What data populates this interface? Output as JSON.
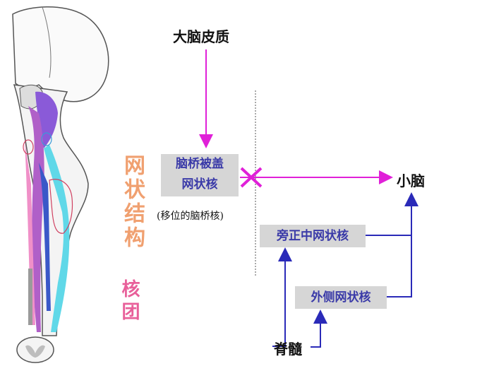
{
  "labels": {
    "cortex": "大脑皮质",
    "pontine_box_line1": "脑桥被盖",
    "pontine_box_line2": "网状核",
    "pontine_note": "(移位的脑桥核)",
    "cerebellum": "小脑",
    "paramedian": "旁正中网状核",
    "lateral": "外侧网状核",
    "spinal_cord": "脊髓",
    "reticular_formation": "网状结构",
    "nucleus_group": "核团"
  },
  "colors": {
    "magenta_arrow": "#e020d8",
    "blue_arrow": "#2a2ab8",
    "box_bg": "#d6d6d6",
    "box_text": "#3a3aa8",
    "reticular_text": "#f0a070",
    "nucleus_text": "#e8609a"
  }
}
